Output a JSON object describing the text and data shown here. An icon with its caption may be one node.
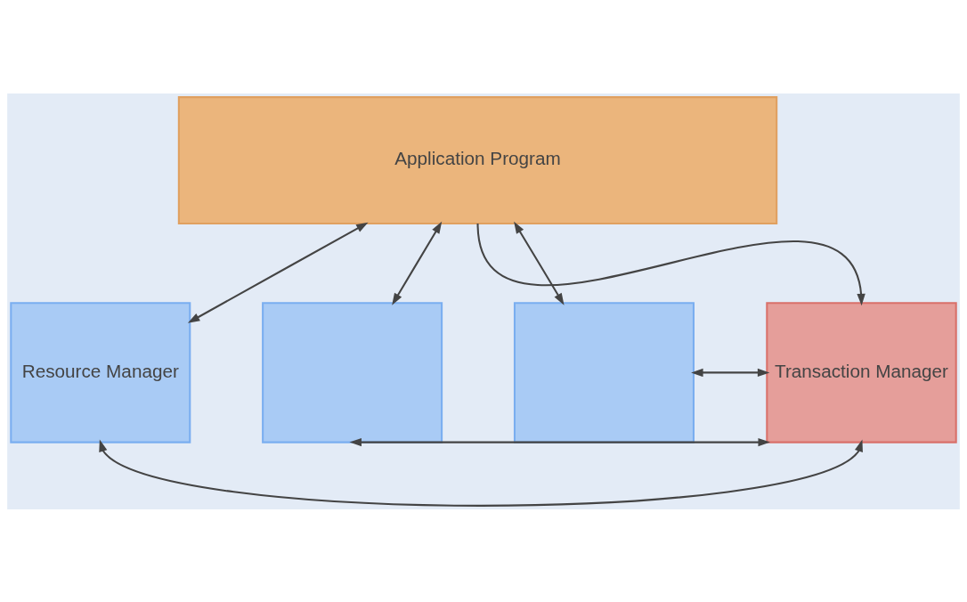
{
  "diagram": {
    "nodes": [
      {
        "text": [
          "Application Program"
        ]
      },
      {
        "text": [
          "Resource Manager"
        ]
      },
      {
        "text": [],
        "shape": "box"
      },
      {
        "text": [],
        "shape": "box"
      },
      {
        "text": [
          "Transaction Manager"
        ]
      }
    ],
    "edges": [
      {
        "from": 0,
        "to": 1,
        "arrow": "both"
      },
      {
        "from": 0,
        "to": 2,
        "arrow": "both"
      },
      {
        "from": 0,
        "to": 3,
        "arrow": "both"
      },
      {
        "from": 0,
        "to": 4,
        "arrow": "to"
      },
      {
        "from": 3,
        "to": 4,
        "arrow": "both"
      },
      {
        "from": 2,
        "to": 4,
        "arrow": "both"
      },
      {
        "from": 1,
        "to": 4,
        "arrow": "both"
      }
    ]
  }
}
